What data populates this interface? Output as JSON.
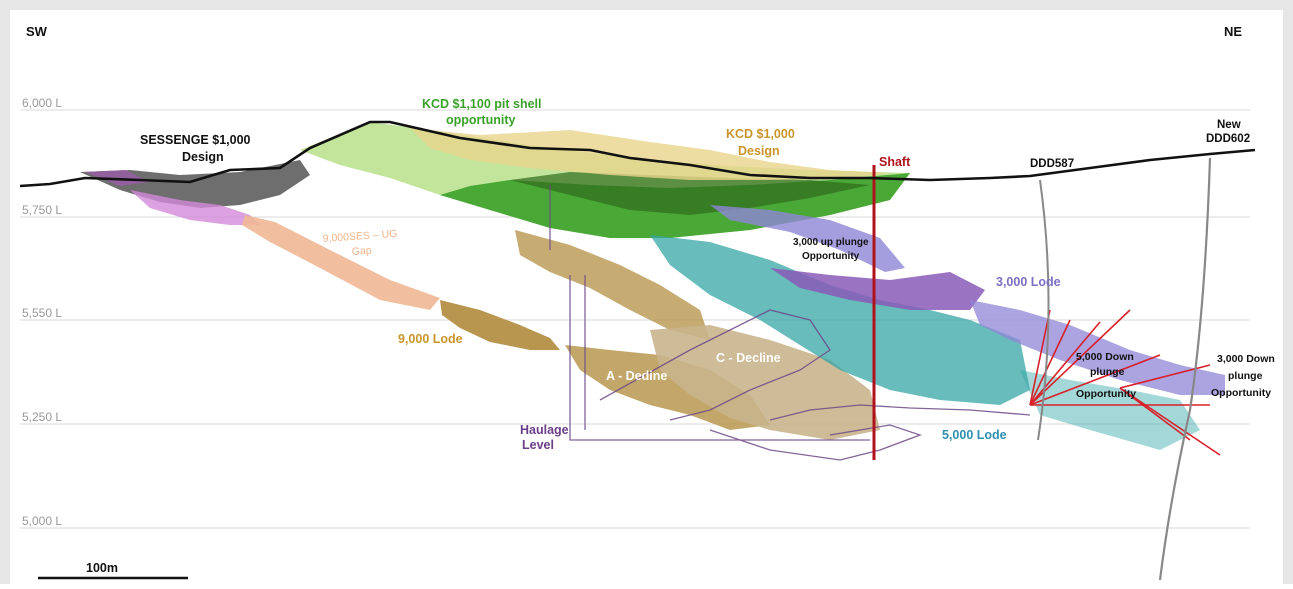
{
  "orientation": {
    "left": "SW",
    "right": "NE"
  },
  "levels": [
    "6,000 L",
    "5,750 L",
    "5,550 L",
    "5,250 L",
    "5,000 L"
  ],
  "scale_bar": "100m",
  "labels": {
    "sessenge_1": "SESSENGE $1,000",
    "sessenge_2": "Design",
    "kcd1100_1": "KCD $1,100 pit shell",
    "kcd1100_2": "opportunity",
    "kcd1000_1": "KCD $1,000",
    "kcd1000_2": "Design",
    "shaft": "Shaft",
    "ddd587": "DDD587",
    "ddd602_1": "New",
    "ddd602_2": "DDD602",
    "gap_1": "9,000SES – UG",
    "gap_2": "Gap",
    "upplunge_1": "3,000 up plunge",
    "upplunge_2": "Opportunity",
    "lode3000": "3,000 Lode",
    "lode9000": "9,000 Lode",
    "adecline": "A - Dedine",
    "cdecline": "C - Decline",
    "down5000_1": "5,000 Down",
    "down5000_2": "plunge",
    "down5000_3": "Opportunity",
    "down3000_1": "3,000 Down",
    "down3000_2": "plunge",
    "down3000_3": "Opportunity",
    "haulage_1": "Haulage",
    "haulage_2": "Level",
    "lode5000": "5,000 Lode"
  },
  "colors": {
    "surface": "#111111",
    "pit_green": "#3da12c",
    "pit_light": "#b9e08a",
    "kcd_yellow": "#e8d58c",
    "sessenge_dark": "#555555",
    "lode_gold": "#b8964f",
    "lode_tan": "#c9b48c",
    "lode_teal": "#35a6a6",
    "lode_purple": "#8a5bb8",
    "lode_violet": "#8f86d6",
    "gap_pink": "#f0b896",
    "shaft_red": "#b0121b",
    "drill_grey": "#888888",
    "level_grey": "#cccccc",
    "label_green": "#3aa12a",
    "label_gold": "#c9952b",
    "label_pink": "#f2b489",
    "label_violet": "#7b6fc4",
    "label_purple": "#6b3e88",
    "label_teal": "#2f8fb0"
  }
}
